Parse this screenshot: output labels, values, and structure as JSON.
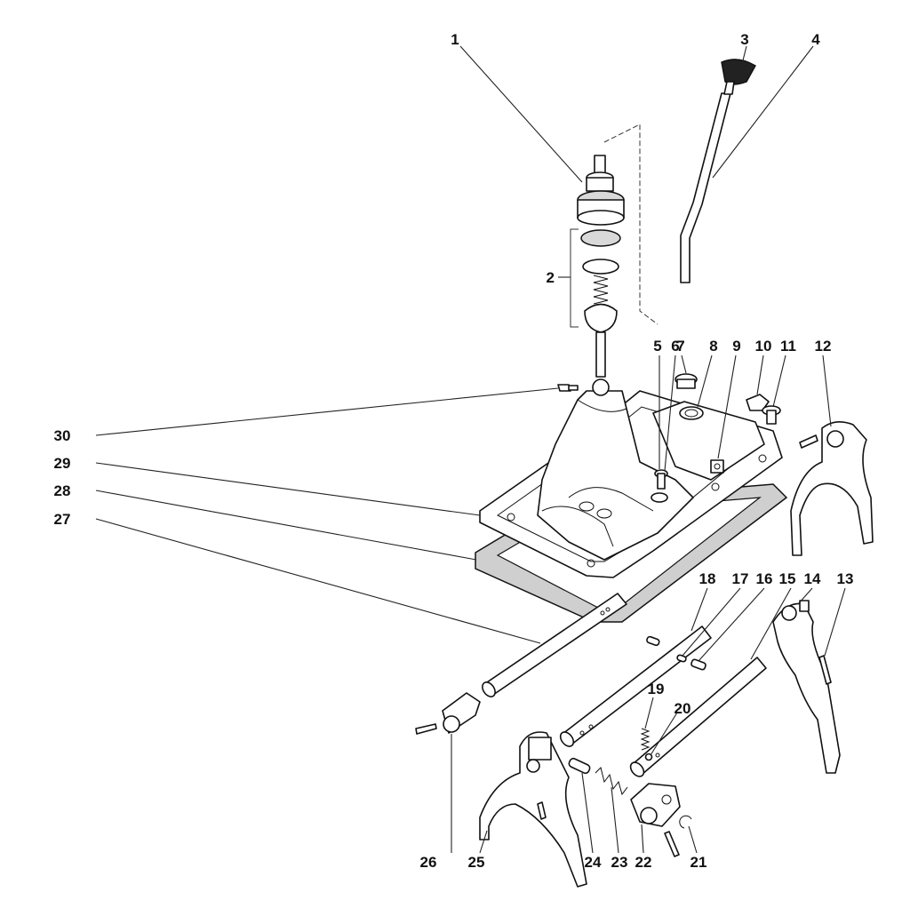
{
  "diagram": {
    "labels": [
      {
        "id": "1",
        "text": "1"
      },
      {
        "id": "2",
        "text": "2"
      },
      {
        "id": "3",
        "text": "3"
      },
      {
        "id": "4",
        "text": "4"
      },
      {
        "id": "5",
        "text": "5"
      },
      {
        "id": "6",
        "text": "6"
      },
      {
        "id": "7",
        "text": "7"
      },
      {
        "id": "8",
        "text": "8"
      },
      {
        "id": "9",
        "text": "9"
      },
      {
        "id": "10",
        "text": "10"
      },
      {
        "id": "11",
        "text": "11"
      },
      {
        "id": "12",
        "text": "12"
      },
      {
        "id": "13",
        "text": "13"
      },
      {
        "id": "14",
        "text": "14"
      },
      {
        "id": "15",
        "text": "15"
      },
      {
        "id": "16",
        "text": "16"
      },
      {
        "id": "17",
        "text": "17"
      },
      {
        "id": "18",
        "text": "18"
      },
      {
        "id": "19",
        "text": "19"
      },
      {
        "id": "20",
        "text": "20"
      },
      {
        "id": "21",
        "text": "21"
      },
      {
        "id": "22",
        "text": "22"
      },
      {
        "id": "23",
        "text": "23"
      },
      {
        "id": "24",
        "text": "24"
      },
      {
        "id": "25",
        "text": "25"
      },
      {
        "id": "26",
        "text": "26"
      },
      {
        "id": "27",
        "text": "27"
      },
      {
        "id": "28",
        "text": "28"
      },
      {
        "id": "29",
        "text": "29"
      },
      {
        "id": "30",
        "text": "30"
      }
    ]
  }
}
